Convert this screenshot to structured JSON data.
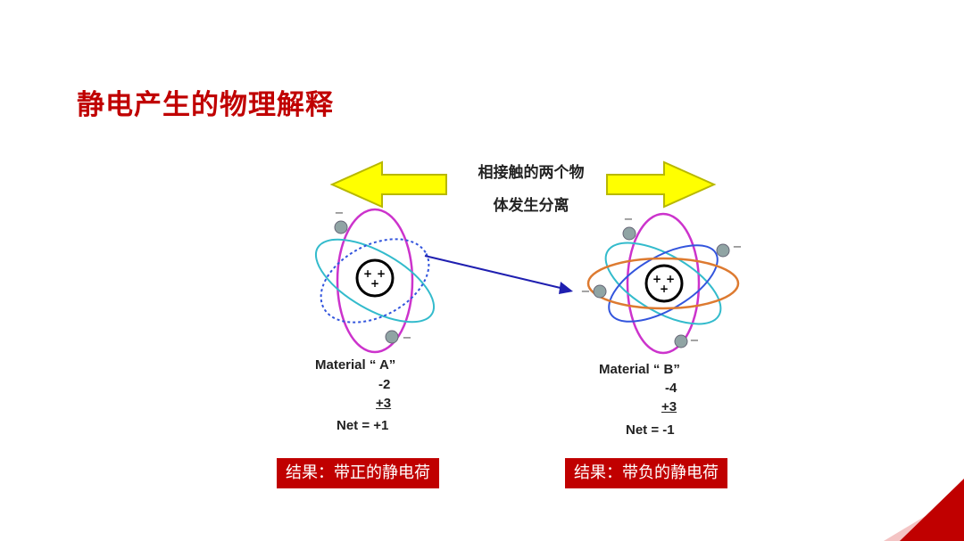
{
  "title": "静电产生的物理解释",
  "caption": {
    "line1": "相接触的两个物",
    "line2": "体发生分离"
  },
  "material_a": {
    "label": "Material “ A”",
    "minus": "-2",
    "plus": "+3",
    "net": "Net = +1"
  },
  "material_b": {
    "label": "Material “ B”",
    "minus": "-4",
    "plus": "+3",
    "net": "Net = -1"
  },
  "result_a": "结果：带正的静电荷",
  "result_b": "结果：带负的静电荷",
  "nucleus_sign": "+",
  "electron_sign": "−",
  "colors": {
    "title": "#c00000",
    "arrow_fill": "#ffff00",
    "arrow_stroke": "#b8b800",
    "transfer_arrow": "#1f1fb0",
    "orbit_magenta": "#cc33cc",
    "orbit_cyan": "#33bbcc",
    "orbit_blue": "#3355dd",
    "orbit_orange": "#dd7a30",
    "electron": "#90a4a4",
    "result_bg": "#c00000"
  }
}
